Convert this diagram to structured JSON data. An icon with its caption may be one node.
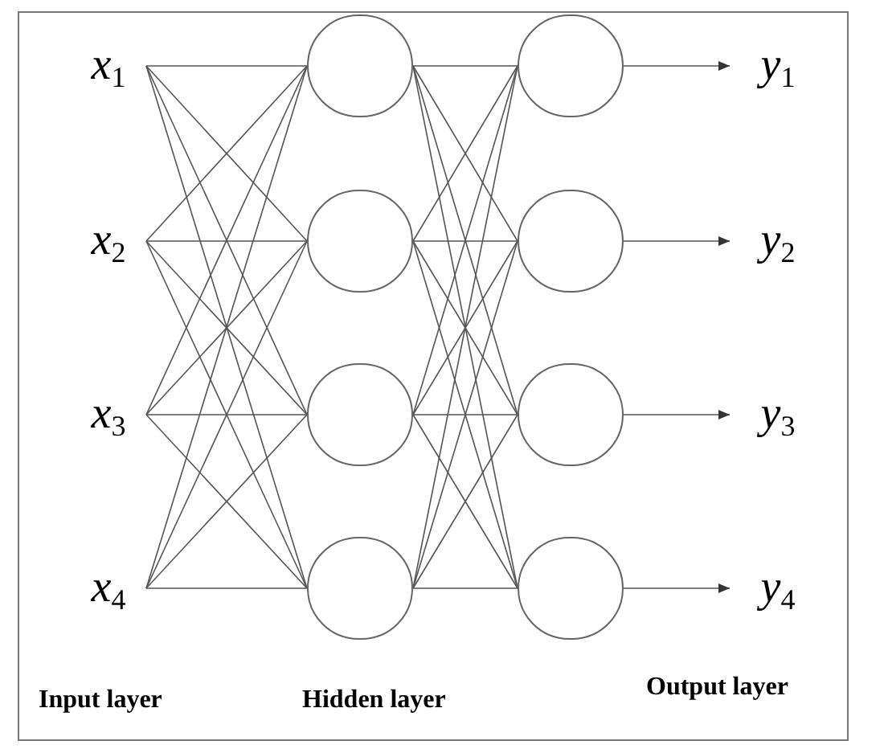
{
  "diagram": {
    "nodes": [
      {
        "text": [
          "*x*$_{1}$"
        ]
      },
      {
        "text": [
          "*x*$_{2}$"
        ]
      },
      {
        "text": [
          "*x*$_{3}$"
        ]
      },
      {
        "text": [
          "*x*$_{4}$"
        ]
      },
      {
        "text": [],
        "shape": "circle"
      },
      {
        "text": [],
        "shape": "circle"
      },
      {
        "text": [],
        "shape": "circle"
      },
      {
        "text": [],
        "shape": "circle"
      },
      {
        "text": [],
        "shape": "circle"
      },
      {
        "text": [],
        "shape": "circle"
      },
      {
        "text": [],
        "shape": "circle"
      },
      {
        "text": [],
        "shape": "circle"
      },
      {
        "text": [
          "*y*$_{1}$"
        ]
      },
      {
        "text": [
          "*y*$_{2}$"
        ]
      },
      {
        "text": [
          "*y*$_{3}$"
        ]
      },
      {
        "text": [
          "*y*$_{4}$"
        ]
      }
    ],
    "edges": [
      {
        "from": 0,
        "to": 4,
        "arrow": "none"
      },
      {
        "from": 0,
        "to": 5,
        "arrow": "none"
      },
      {
        "from": 0,
        "to": 6,
        "arrow": "none"
      },
      {
        "from": 0,
        "to": 7,
        "arrow": "none"
      },
      {
        "from": 1,
        "to": 4,
        "arrow": "none"
      },
      {
        "from": 1,
        "to": 5,
        "arrow": "none"
      },
      {
        "from": 1,
        "to": 6,
        "arrow": "none"
      },
      {
        "from": 1,
        "to": 7,
        "arrow": "none"
      },
      {
        "from": 2,
        "to": 4,
        "arrow": "none"
      },
      {
        "from": 2,
        "to": 5,
        "arrow": "none"
      },
      {
        "from": 2,
        "to": 6,
        "arrow": "none"
      },
      {
        "from": 2,
        "to": 7,
        "arrow": "none"
      },
      {
        "from": 3,
        "to": 4,
        "arrow": "none"
      },
      {
        "from": 3,
        "to": 5,
        "arrow": "none"
      },
      {
        "from": 3,
        "to": 6,
        "arrow": "none"
      },
      {
        "from": 3,
        "to": 7,
        "arrow": "none"
      },
      {
        "from": 4,
        "to": 8,
        "arrow": "none"
      },
      {
        "from": 4,
        "to": 9,
        "arrow": "none"
      },
      {
        "from": 4,
        "to": 10,
        "arrow": "none"
      },
      {
        "from": 4,
        "to": 11,
        "arrow": "none"
      },
      {
        "from": 5,
        "to": 8,
        "arrow": "none"
      },
      {
        "from": 5,
        "to": 9,
        "arrow": "none"
      },
      {
        "from": 5,
        "to": 10,
        "arrow": "none"
      },
      {
        "from": 5,
        "to": 11,
        "arrow": "none"
      },
      {
        "from": 6,
        "to": 8,
        "arrow": "none"
      },
      {
        "from": 6,
        "to": 9,
        "arrow": "none"
      },
      {
        "from": 6,
        "to": 10,
        "arrow": "none"
      },
      {
        "from": 6,
        "to": 11,
        "arrow": "none"
      },
      {
        "from": 7,
        "to": 8,
        "arrow": "none"
      },
      {
        "from": 7,
        "to": 9,
        "arrow": "none"
      },
      {
        "from": 7,
        "to": 10,
        "arrow": "none"
      },
      {
        "from": 7,
        "to": 11,
        "arrow": "none"
      },
      {
        "from": 8,
        "to": 12,
        "arrow": "to"
      },
      {
        "from": 9,
        "to": 13,
        "arrow": "to"
      },
      {
        "from": 10,
        "to": 14,
        "arrow": "to"
      },
      {
        "from": 11,
        "to": 15,
        "arrow": "to"
      }
    ],
    "labels": [
      "Input layer",
      "Hidden layer",
      "Output layer"
    ]
  }
}
